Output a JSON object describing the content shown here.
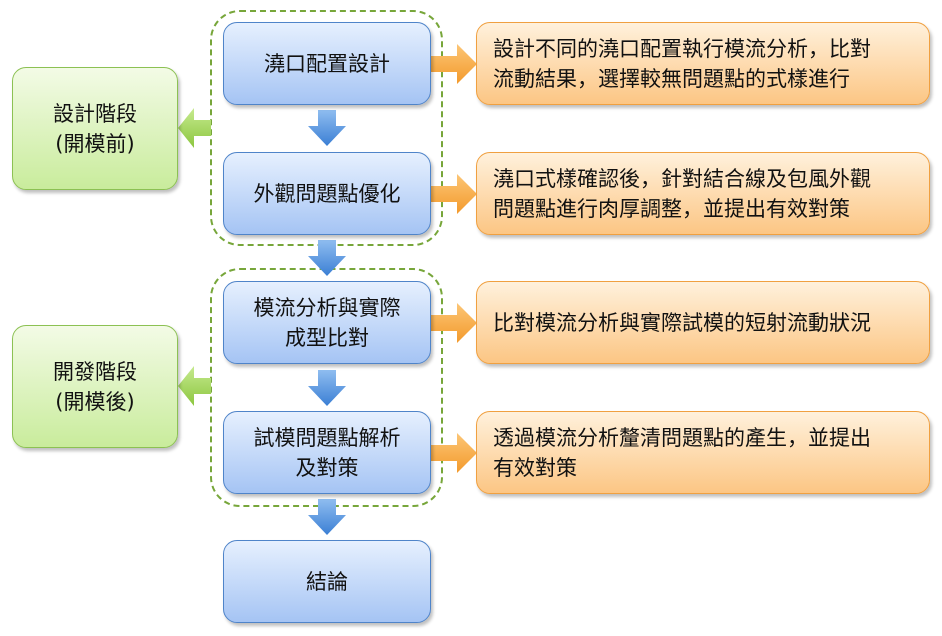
{
  "phases": [
    {
      "line1": "設計階段",
      "line2": "(開模前)"
    },
    {
      "line1": "開發階段",
      "line2": "(開模後)"
    }
  ],
  "steps": [
    {
      "line1": "澆口配置設計",
      "line2": ""
    },
    {
      "line1": "外觀問題點優化",
      "line2": ""
    },
    {
      "line1": "模流分析與實際",
      "line2": "成型比對"
    },
    {
      "line1": "試模問題點解析",
      "line2": "及對策"
    },
    {
      "line1": "結論",
      "line2": ""
    }
  ],
  "descriptions": [
    {
      "line1": "設計不同的澆口配置執行模流分析，比對",
      "line2": "流動結果，選擇較無問題點的式樣進行"
    },
    {
      "line1": "澆口式樣確認後，針對結合線及包風外觀",
      "line2": "問題點進行肉厚調整，並提出有效對策"
    },
    {
      "line1": "比對模流分析與實際試模的短射流動狀況",
      "line2": ""
    },
    {
      "line1": "透過模流分析釐清問題點的產生，並提出",
      "line2": "有效對策"
    }
  ],
  "colors": {
    "blue_arrow": "#4a8fdb",
    "orange_arrow": "#f7a13c",
    "green_arrow": "#8cc63f",
    "dash": "#77a63a"
  }
}
